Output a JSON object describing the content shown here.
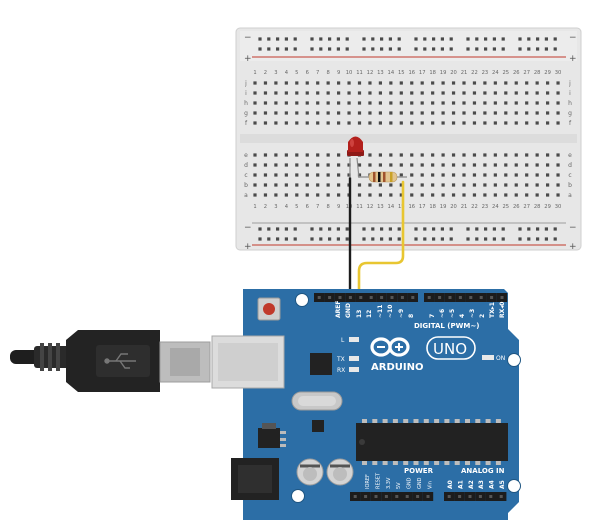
{
  "breadboard": {
    "rail_minus": "−",
    "rail_plus": "+",
    "columns": [
      "1",
      "2",
      "3",
      "4",
      "5",
      "6",
      "7",
      "8",
      "9",
      "10",
      "11",
      "12",
      "13",
      "14",
      "15",
      "16",
      "17",
      "18",
      "19",
      "20",
      "21",
      "22",
      "23",
      "24",
      "25",
      "26",
      "27",
      "28",
      "29",
      "30"
    ],
    "rows_top": [
      "j",
      "i",
      "h",
      "g",
      "f"
    ],
    "rows_bottom": [
      "e",
      "d",
      "c",
      "b",
      "a"
    ]
  },
  "arduino": {
    "brand": "ARDUINO",
    "model": "UNO",
    "digital_label": "DIGITAL (PWM~)",
    "power_label": "POWER",
    "analog_label": "ANALOG IN",
    "on_label": "ON",
    "led_l": "L",
    "led_tx": "TX",
    "led_rx": "RX",
    "digital_pins": [
      "AREF",
      "GND",
      "13",
      "12",
      "~11",
      "~10",
      "~9",
      "8",
      "7",
      "~6",
      "~5",
      "4",
      "~3",
      "2",
      "TX▸1",
      "RX◂0"
    ],
    "power_pins": [
      "IOREF",
      "RESET",
      "3.3V",
      "5V",
      "GND",
      "GND",
      "Vin"
    ],
    "analog_pins": [
      "A0",
      "A1",
      "A2",
      "A3",
      "A4",
      "A5"
    ]
  },
  "colors": {
    "board_blue": "#2c6ea6",
    "breadboard": "#e9e9e9",
    "wire_black": "#1c1c1c",
    "wire_yellow": "#e8c631",
    "led_red": "#b3201c",
    "rail_red": "#c0392b"
  }
}
